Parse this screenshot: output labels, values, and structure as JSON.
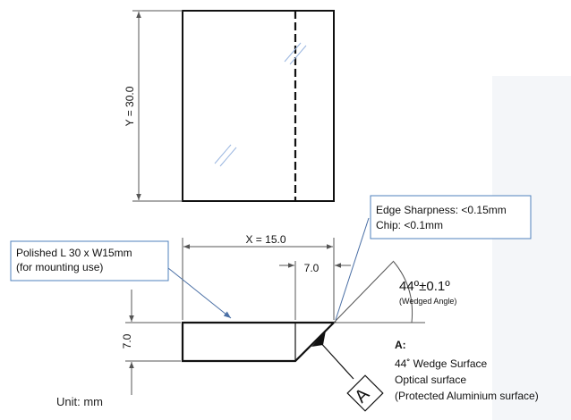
{
  "labels": {
    "y_dim": "Y = 30.0",
    "x_dim": "X = 15.0",
    "wedge_offset": "7.0",
    "thickness": "7.0",
    "angle": "44º±0.1º",
    "angle_note": "(Wedged Angle)",
    "unit": "Unit: mm",
    "a_marker": "A"
  },
  "callouts": {
    "edge": {
      "line1": "Edge Sharpness: <0.15mm",
      "line2": "Chip: <0.1mm"
    },
    "polished": {
      "line1": "Polished L 30 x W15mm",
      "line2": "(for mounting use)"
    }
  },
  "note_a": {
    "title": "A:",
    "line1": "44˚ Wedge Surface",
    "line2": "Optical surface",
    "line3": "(Protected Aluminium surface)"
  },
  "colors": {
    "outline": "#111111",
    "dimension": "#555555",
    "callout_border": "#4f81bd",
    "leader": "#4a6fa5",
    "hatch": "#9ab6e0"
  }
}
